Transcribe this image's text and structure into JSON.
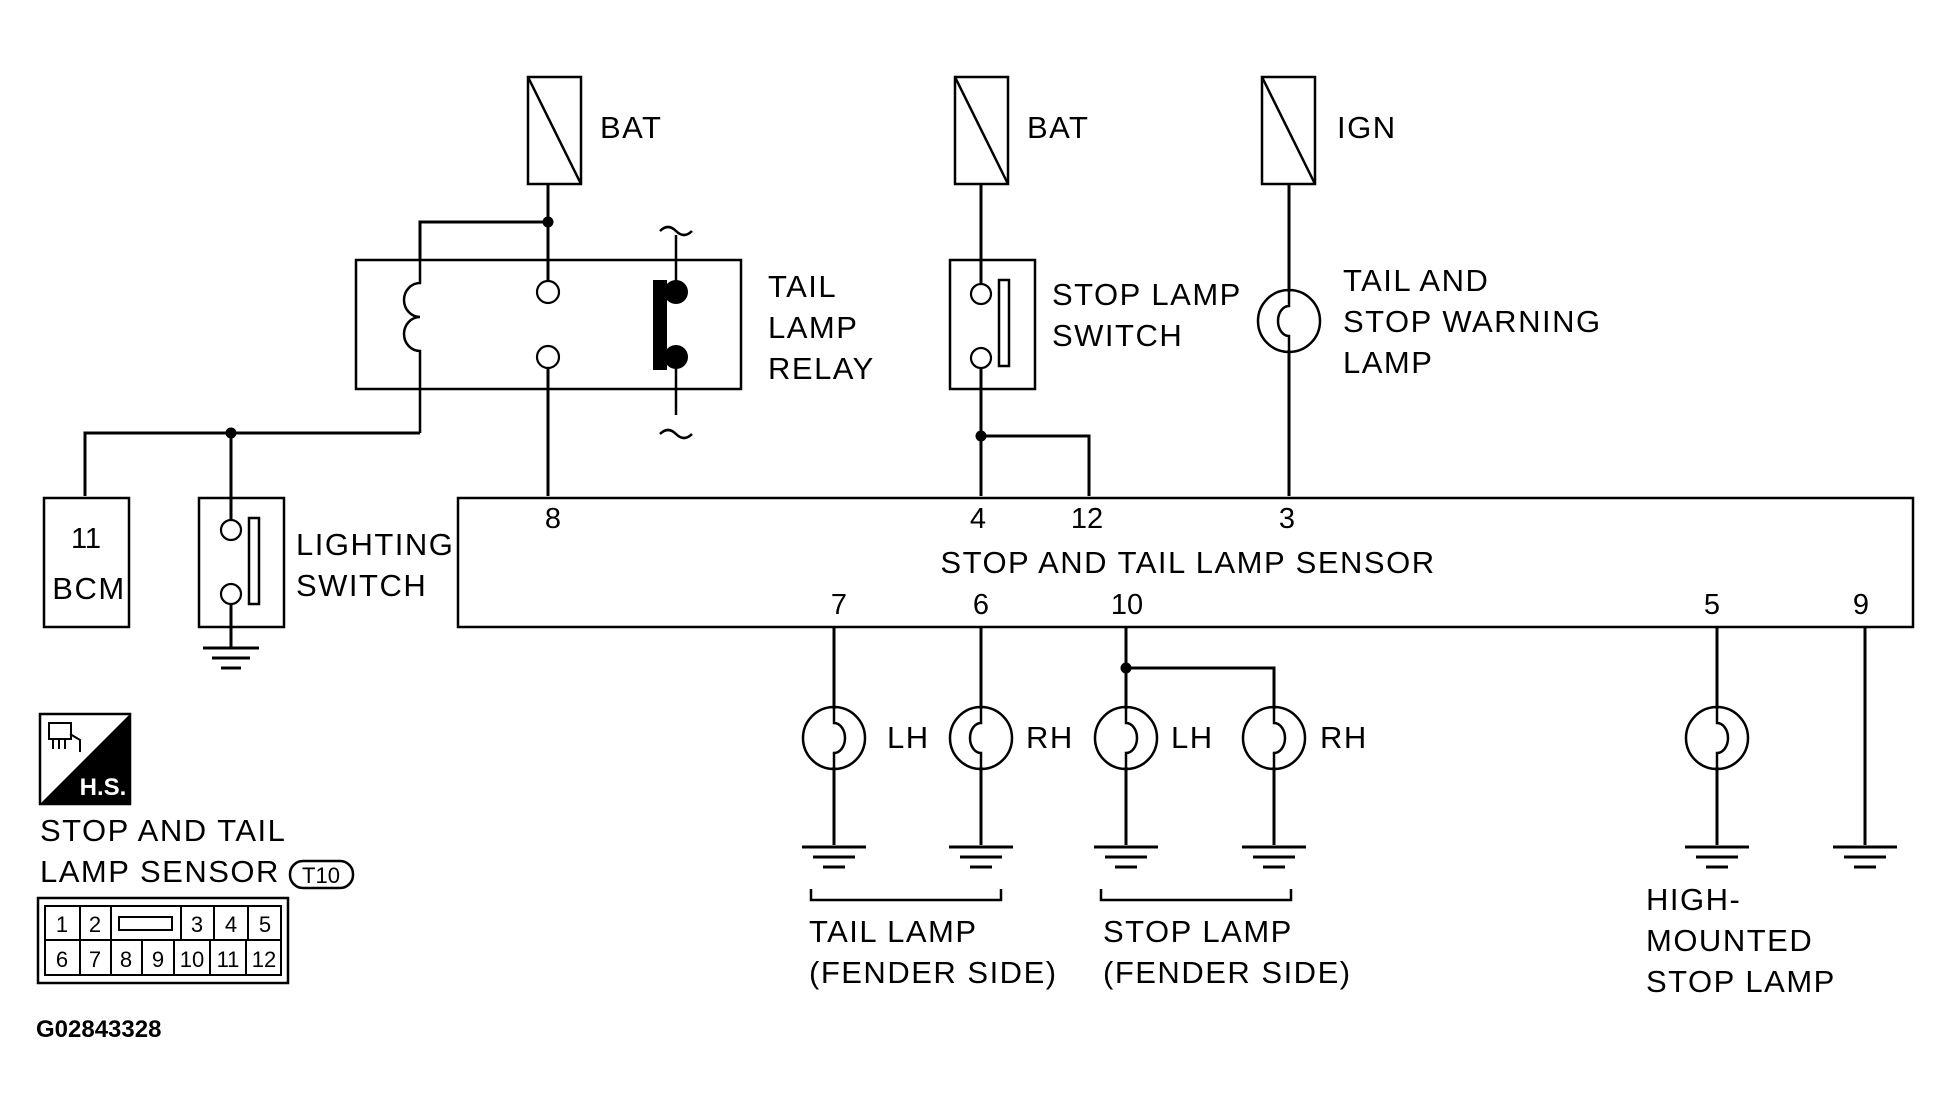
{
  "diagram": {
    "fuse_bat_relay": "BAT",
    "fuse_bat_switch": "BAT",
    "fuse_ign": "IGN",
    "tail_lamp_relay": [
      "TAIL",
      "LAMP",
      "RELAY"
    ],
    "stop_lamp_switch": [
      "STOP LAMP",
      "SWITCH"
    ],
    "warning_lamp": [
      "TAIL AND",
      "STOP WARNING",
      "LAMP"
    ],
    "bcm": {
      "pin": "11",
      "label": "BCM"
    },
    "lighting_switch": [
      "LIGHTING",
      "SWITCH"
    ],
    "sensor": {
      "title": "STOP AND TAIL LAMP SENSOR",
      "pins": {
        "p8": "8",
        "p4": "4",
        "p12": "12",
        "p3": "3",
        "p7": "7",
        "p6": "6",
        "p10": "10",
        "p5": "5",
        "p9": "9"
      }
    },
    "lamps": {
      "tail_lh": "LH",
      "tail_rh": "RH",
      "stop_lh": "LH",
      "stop_rh": "RH"
    },
    "groups": {
      "tail_lamp": [
        "TAIL LAMP",
        "(FENDER SIDE)"
      ],
      "stop_lamp": [
        "STOP LAMP",
        "(FENDER SIDE)"
      ],
      "high_mounted": [
        "HIGH-",
        "MOUNTED",
        "STOP LAMP"
      ]
    },
    "connector": {
      "badge": "H.S.",
      "title": [
        "STOP AND TAIL",
        "LAMP SENSOR"
      ],
      "code": "T10",
      "row1": [
        "1",
        "2",
        "",
        "3",
        "4",
        "5"
      ],
      "row2": [
        "6",
        "7",
        "8",
        "9",
        "10",
        "11",
        "12"
      ]
    },
    "figure_id": "G02843328"
  }
}
